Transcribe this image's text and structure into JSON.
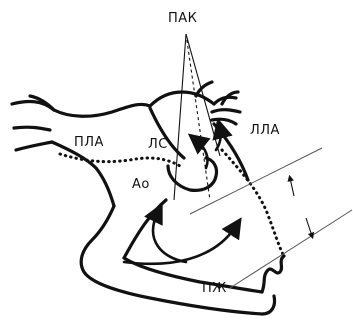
{
  "labels": {
    "pak": "ПАК",
    "pla": "ПЛА",
    "ls": "ЛС",
    "lla": "ЛЛА",
    "ao": "Ао",
    "pzh": "ПЖ"
  }
}
